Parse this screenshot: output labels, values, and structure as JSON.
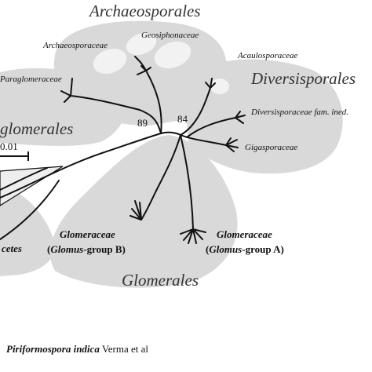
{
  "orders": {
    "archaeosporales": "Archaeosporales",
    "diversisporales": "Diversisporales",
    "paraglomerales": "glomerales",
    "glomerales": "Glomerales"
  },
  "families": {
    "archaeosporaceae": "Archaeosporaceae",
    "geosiphonaceae": "Geosiphonaceae",
    "paraglomeraceae": "Paraglomeraceae",
    "acaulosporaceae": "Acaulosporaceae",
    "diversisporaceae": "Diversisporaceae fam. ined.",
    "gigasporaceae": "Gigasporaceae",
    "glomeraceae_b_name": "Glomeraceae",
    "glomeraceae_b_prefix": "(",
    "glomeraceae_b_genus": "Glomus",
    "glomeraceae_b_suffix": "-group B)",
    "glomeraceae_a_name": "Glomeraceae",
    "glomeraceae_a_prefix": "(",
    "glomeraceae_a_genus": "Glomus",
    "glomeraceae_a_suffix": "-group A)",
    "mycetes": "cetes"
  },
  "bootstrap": {
    "node_left": "89",
    "node_right": "84"
  },
  "scale_bar": {
    "label": "0.01"
  },
  "caption": {
    "species": "Piriformospora indica",
    "authority": " Verma et al"
  },
  "colors": {
    "region_fill": "#d9d9d9",
    "blob_fill": "#f2f2f2",
    "branch": "#111111"
  }
}
